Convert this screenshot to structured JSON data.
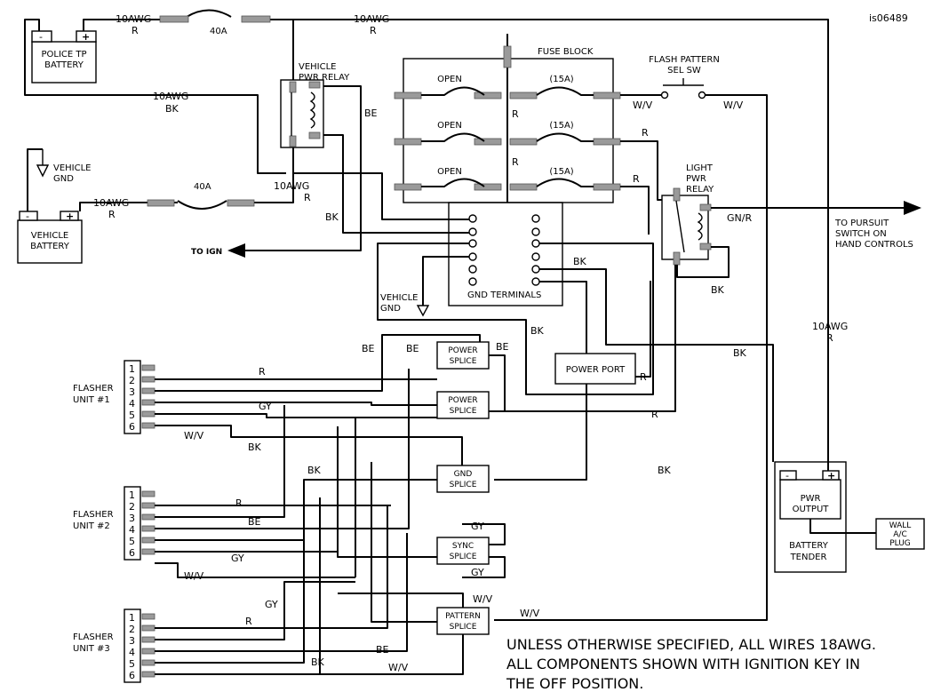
{
  "doc_id": "is06489",
  "components": {
    "police_battery": "POLICE TP BATTERY",
    "vehicle_battery": "VEHICLE BATTERY",
    "vehicle_gnd": "VEHICLE GND",
    "vehicle_relay": "VEHICLE PWR RELAY",
    "light_relay": "LIGHT PWR RELAY",
    "fuse_block": "FUSE BLOCK",
    "flash_sw": "FLASH PATTERN SEL SW",
    "gnd_terminals": "GND TERMINALS",
    "power_port": "POWER PORT",
    "power_splice": "POWER SPLICE",
    "gnd_splice": "GND SPLICE",
    "sync_splice": "SYNC SPLICE",
    "pattern_splice": "PATTERN SPLICE",
    "pwr_output": "PWR OUTPUT",
    "battery_tender": "BATTERY TENDER",
    "wall_plug": "WALL A/C PLUG",
    "flasher1": "FLASHER UNIT #1",
    "flasher2": "FLASHER UNIT #2",
    "flasher3": "FLASHER UNIT #3",
    "to_ign": "TO IGN",
    "to_pursuit": "TO PURSUIT SWITCH ON HAND CONTROLS"
  },
  "labels": {
    "awg10": "10AWG",
    "fuse40": "40A",
    "fuse15": "(15A)",
    "open": "OPEN",
    "r": "R",
    "bk": "BK",
    "be": "BE",
    "gy": "GY",
    "wv": "W/V",
    "gnr": "GN/R",
    "minus": "-",
    "plus": "+"
  },
  "pins": [
    "1",
    "2",
    "3",
    "4",
    "5",
    "6"
  ],
  "notes": [
    "UNLESS OTHERWISE SPECIFIED, ALL WIRES 18AWG.",
    "ALL COMPONENTS SHOWN WITH IGNITION KEY IN",
    "THE OFF POSITION."
  ]
}
